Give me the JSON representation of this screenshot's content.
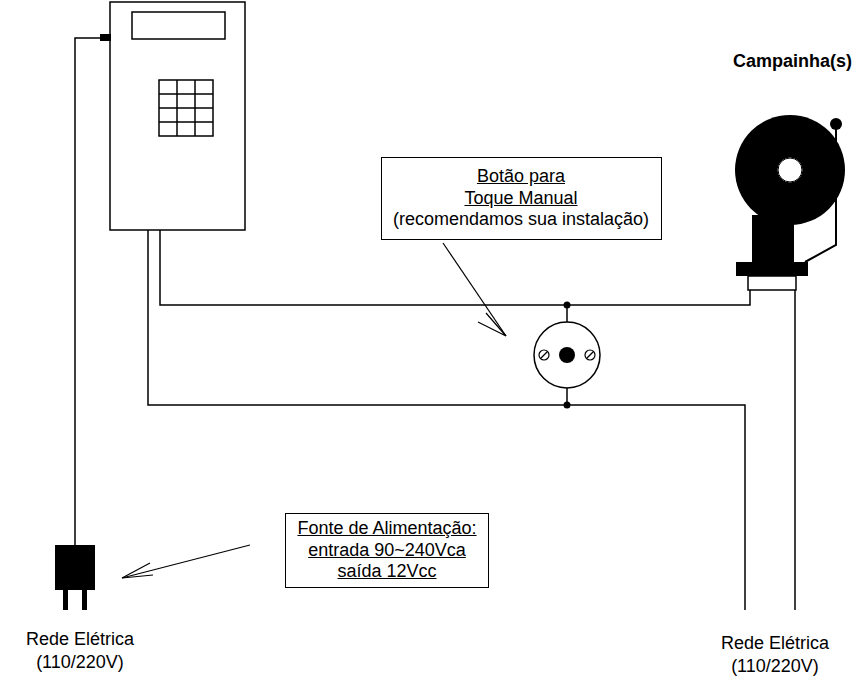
{
  "diagram": {
    "nodes": [
      {
        "text": [
          "Botão para Toque Manual",
          "(recomendamos sua instalação)"
        ]
      },
      {
        "text": [
          "Fonte de Alimentação:",
          "entrada 90~240Vca",
          "saída 12Vcc"
        ]
      }
    ],
    "labels": [
      "Campainha(s)",
      "Rede Elétrica (110/220V)",
      "Rede Elétrica (110/220V)"
    ]
  }
}
